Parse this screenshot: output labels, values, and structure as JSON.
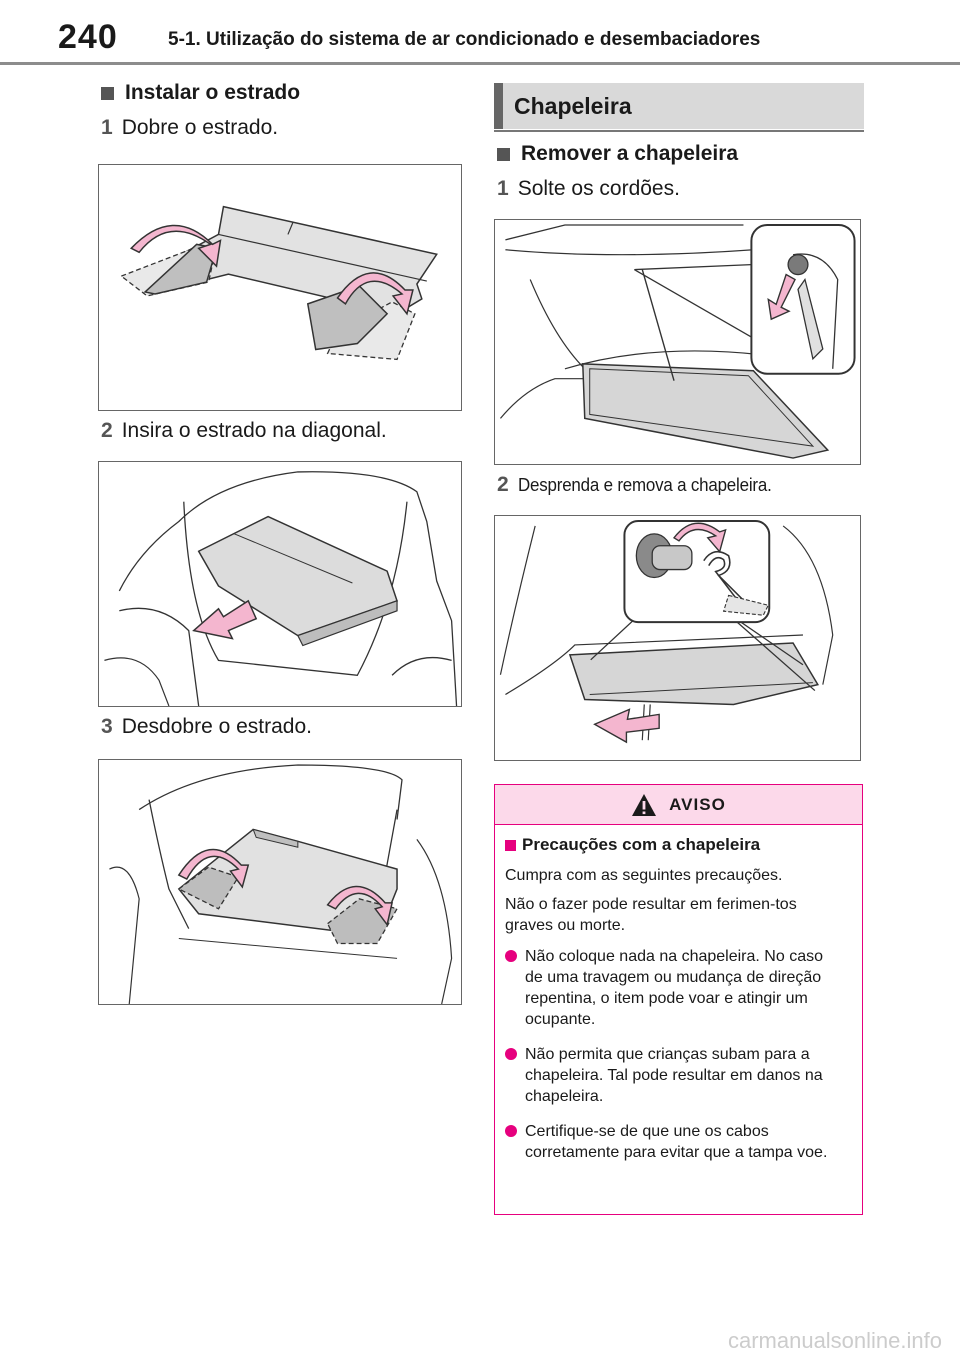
{
  "header": {
    "page_number": "240",
    "chapter_title": "5-1. Utilização do sistema de ar condicionado e desembaciadores"
  },
  "left": {
    "heading": "Instalar o estrado",
    "steps": [
      {
        "num": "1",
        "text": "Dobre o estrado."
      },
      {
        "num": "2",
        "text": "Insira o estrado na diagonal."
      },
      {
        "num": "3",
        "text": "Desdobre o estrado."
      }
    ]
  },
  "right": {
    "section_title": "Chapeleira",
    "heading": "Remover a chapeleira",
    "steps": [
      {
        "num": "1",
        "text": "Solte os cordões."
      },
      {
        "num": "2",
        "text": "Desprenda e remova a chapeleira."
      }
    ]
  },
  "warning": {
    "label": "AVISO",
    "heading": "Precauções com a chapeleira",
    "paragraphs": [
      "Cumpra com as seguintes precauções.",
      "Não o fazer pode resultar em ferimen-tos graves ou morte."
    ],
    "bullets": [
      "Não coloque nada na chapeleira. No caso de uma travagem ou mudança de direção repentina, o item pode voar e atingir um ocupante.",
      "Não permita que crianças subam para a chapeleira. Tal pode resultar em danos na chapeleira.",
      "Certifique-se de que une os cabos corretamente para evitar que a tampa voe."
    ]
  },
  "watermark": "carmanualsonline.info",
  "colors": {
    "accent_pink": "#e6007e",
    "warning_bg": "#fcd9ea",
    "arrow_pink": "#f4b6cf",
    "banner_gray": "#d9d9d9"
  },
  "icons": {
    "list_marker": "square-bullet-icon",
    "warning": "warning-triangle-icon"
  }
}
